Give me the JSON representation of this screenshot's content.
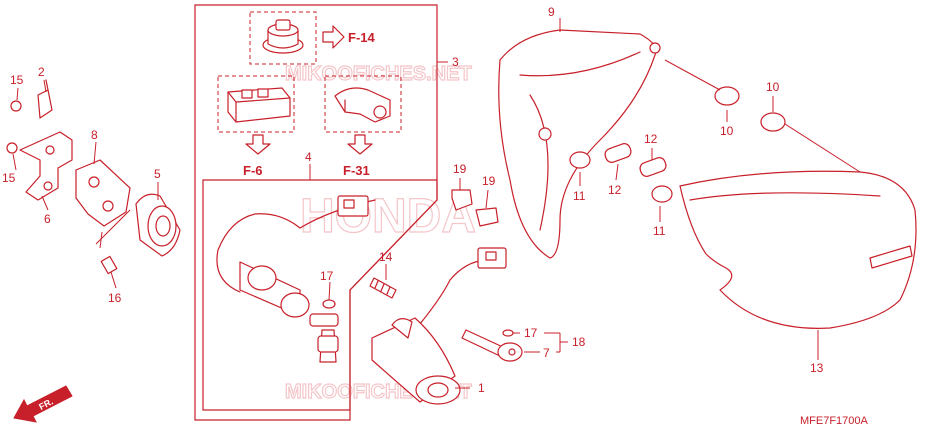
{
  "diagram": {
    "code": "MFE7F1700A",
    "direction_label": "FR.",
    "watermark_top": "MIKOOFICHES.NET",
    "watermark_center": "HONDA",
    "watermark_bottom": "MIKOOFICHES.NET"
  },
  "refs": {
    "f14": "F-14",
    "f6": "F-6",
    "f31": "F-31"
  },
  "callouts": {
    "c1": "1",
    "c2": "2",
    "c3": "3",
    "c4": "4",
    "c5": "5",
    "c6": "6",
    "c7": "7",
    "c8": "8",
    "c9": "9",
    "c10a": "10",
    "c10b": "10",
    "c11a": "11",
    "c11b": "11",
    "c12a": "12",
    "c12b": "12",
    "c13": "13",
    "c14": "14",
    "c15a": "15",
    "c15b": "15",
    "c16": "16",
    "c17a": "17",
    "c17b": "17",
    "c18": "18",
    "c19a": "19",
    "c19b": "19"
  },
  "colors": {
    "line": "#c8202a",
    "watermark": "#f2b8bc"
  }
}
